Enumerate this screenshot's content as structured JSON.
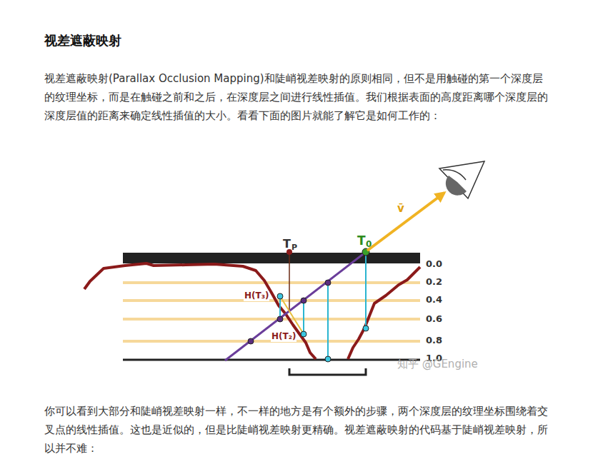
{
  "diagram": {
    "title": "视差遮蔽映射",
    "labels": [
      "视差遮蔽映射(Parallax Occlusion Mapping)和陡峭视差映射的原则相同，但不是用触碰的第一个深度层的纹理坐标，而是在触碰之前和之后，在深度层之间进行线性插值。我们根据表面的高度距离哪个深度层的深度层值的距离来确定线性插值的大小。看看下面的图片就能了解它是如何工作的：",
      "T",
      "P",
      "T",
      "0",
      "v̄",
      "H(T₃)",
      "H(T₂)",
      "0.0",
      "0.2",
      "0.4",
      "0.6",
      "0.8",
      "1.0",
      "知乎 @GEngine",
      "你可以看到大部分和陡峭视差映射一样，不一样的地方是有个额外的步骤，两个深度层的纹理坐标围绕着交叉点的线性插值。这也是近似的，但是比陡峭视差映射更精确。视差遮蔽映射的代码基于陡峭视差映射，所以并不难："
    ]
  }
}
